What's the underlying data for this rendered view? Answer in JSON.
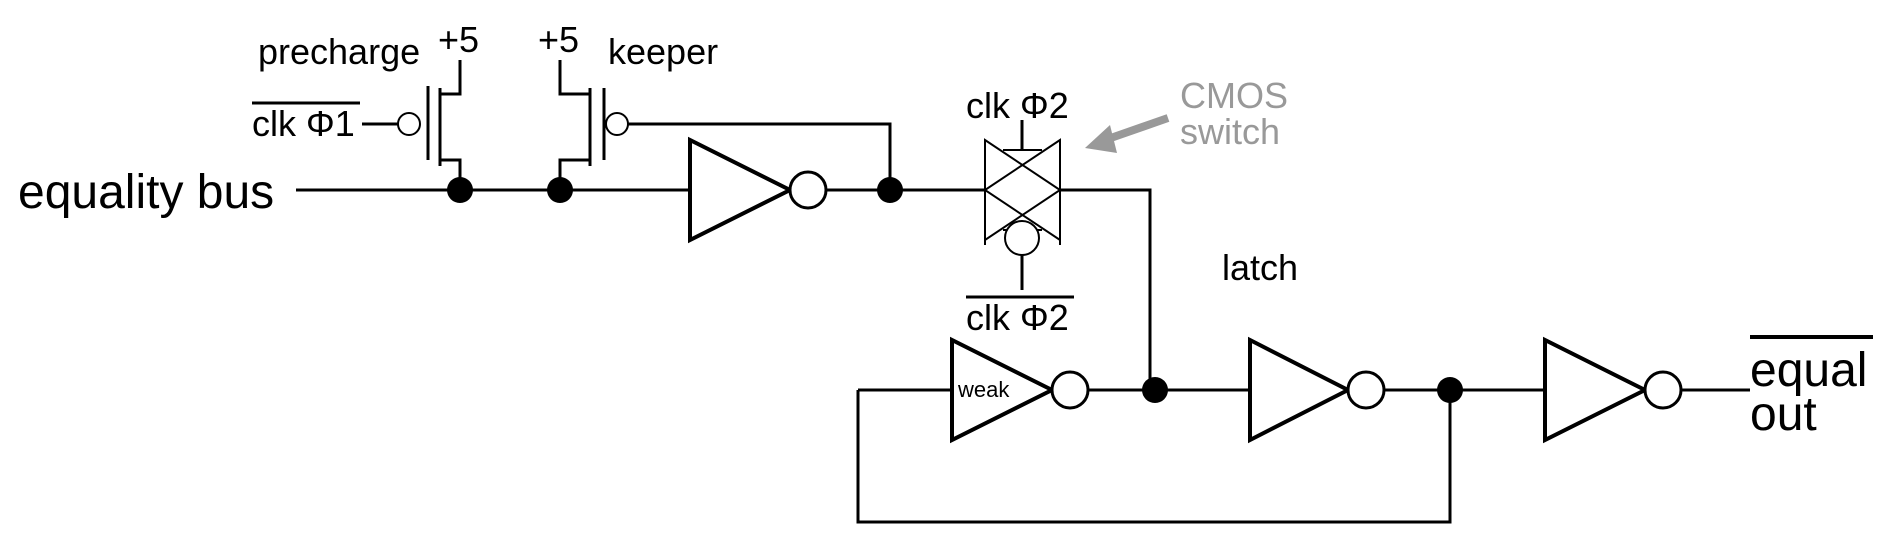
{
  "labels": {
    "precharge": "precharge",
    "vdd_precharge": "+5",
    "vdd_keeper": "+5",
    "keeper": "keeper",
    "clk_phi1_bar": "clk Φ1",
    "equality_bus": "equality bus",
    "clk_phi2": "clk Φ2",
    "clk_phi2_bar": "clk Φ2",
    "cmos_line1": "CMOS",
    "cmos_line2": "switch",
    "latch": "latch",
    "weak": "weak",
    "equal_line1": "equal",
    "equal_line2": "out"
  },
  "colors": {
    "wire": "#000000",
    "annotation": "#999999"
  }
}
